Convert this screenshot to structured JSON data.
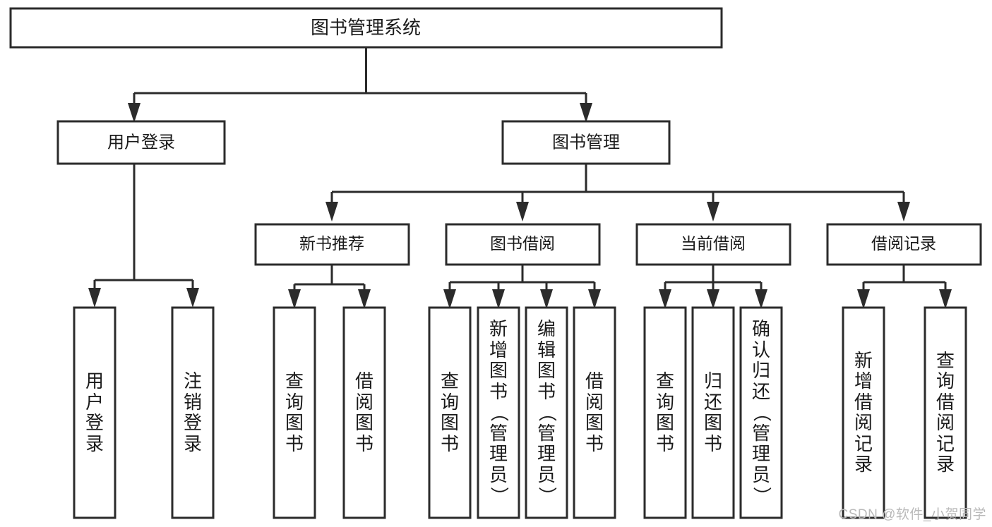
{
  "diagram": {
    "title": "图书管理系统",
    "type": "hierarchy-tree",
    "watermark": "CSDN @软件_小贺同学",
    "colors": {
      "stroke": "#2b2b2b",
      "fill": "#ffffff",
      "text": "#1a1a1a",
      "watermark": "#b9b9b9"
    },
    "levels": {
      "root": {
        "label": "图书管理系统"
      },
      "level2": [
        {
          "label": "用户登录"
        },
        {
          "label": "图书管理"
        }
      ],
      "level3": [
        {
          "label": "新书推荐"
        },
        {
          "label": "图书借阅"
        },
        {
          "label": "当前借阅"
        },
        {
          "label": "借阅记录"
        }
      ],
      "leaves": [
        {
          "label": "用户登录",
          "parent": "用户登录"
        },
        {
          "label": "注销登录",
          "parent": "用户登录"
        },
        {
          "label": "查询图书",
          "parent": "新书推荐"
        },
        {
          "label": "借阅图书",
          "parent": "新书推荐"
        },
        {
          "label": "查询图书",
          "parent": "图书借阅"
        },
        {
          "label": "新增图书（管理员）",
          "parent": "图书借阅"
        },
        {
          "label": "编辑图书（管理员）",
          "parent": "图书借阅"
        },
        {
          "label": "借阅图书",
          "parent": "图书借阅"
        },
        {
          "label": "查询图书",
          "parent": "当前借阅"
        },
        {
          "label": "归还图书",
          "parent": "当前借阅"
        },
        {
          "label": "确认归还（管理员）",
          "parent": "当前借阅"
        },
        {
          "label": "新增借阅记录",
          "parent": "借阅记录"
        },
        {
          "label": "查询借阅记录",
          "parent": "借阅记录"
        }
      ]
    }
  }
}
